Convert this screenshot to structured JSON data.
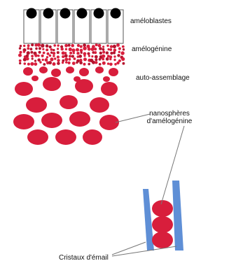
{
  "labels": {
    "ameloblastes": "améloblastes",
    "amelogenine": "amélogénine",
    "auto_assemblage": "auto-assemblage",
    "nanospheres_line1": "nanosphères",
    "nanospheres_line2": "d'amélogénine",
    "cristaux": "Cristaux d'émail"
  },
  "colors": {
    "red": "#d81e3c",
    "dark_red": "#b5142e",
    "nucleus": "#000000",
    "cell_outline": "#555555",
    "crystal_blue": "#5f8fd6",
    "line": "#777777"
  },
  "ameloblast_count": 6
}
